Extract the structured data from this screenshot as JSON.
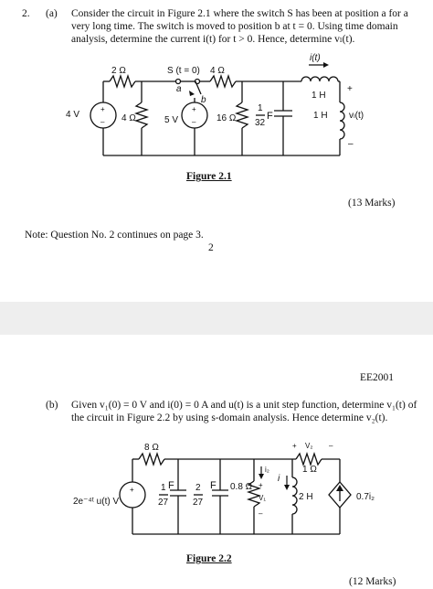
{
  "q_number": "2.",
  "part_a": {
    "label": "(a)",
    "line1": "Consider the circuit in Figure 2.1 where the switch S has been at position a for a",
    "line2": "very long time. The switch is moved to position b at t = 0. Using time domain",
    "line3": "analysis, determine the current i(t) for t > 0. Hence, determine vₗ(t).",
    "figure_caption": "Figure 2.1",
    "marks": "(13 Marks)"
  },
  "fig1": {
    "r1": "2 Ω",
    "switch": "S (t = 0)",
    "pos_a": "a",
    "pos_b": "b",
    "r2": "4 Ω",
    "current": "i(t)",
    "ind_top": "1 H",
    "src1": "4 V",
    "r3": "4 Ω",
    "src2": "5 V",
    "r4": "16 Ω",
    "cap_num": "1",
    "cap_den": "32",
    "cap_unit": "F",
    "ind_right": "1 H",
    "vl": "vₗ(t)",
    "plus": "+",
    "minus": "–"
  },
  "note": "Note: Question No. 2 continues on page 3.",
  "page_number": "2",
  "header_code": "EE2001",
  "part_b": {
    "label": "(b)",
    "line1": "Given v₁(0) = 0 V and i(0) = 0 A and u(t) is a unit step function, determine v₁(t) of",
    "line2": "the circuit in Figure 2.2 by using s-domain analysis. Hence determine v₂(t).",
    "figure_caption": "Figure 2.2",
    "marks": "(12 Marks)"
  },
  "fig2": {
    "r1": "8 Ω",
    "source": "2e⁻⁴ᵗ u(t) V",
    "c1_num": "1",
    "c1_den": "27",
    "c1_unit": "F",
    "c2_num": "2",
    "c2_den": "27",
    "c2_unit": "F",
    "r2": "0.8 Ω",
    "i2": "i₂",
    "v1": "V₁",
    "v2": "V₂",
    "i": "i",
    "r3": "1 Ω",
    "ind": "2 H",
    "dep": "0.7i₂",
    "plus": "+",
    "minus": "–"
  }
}
